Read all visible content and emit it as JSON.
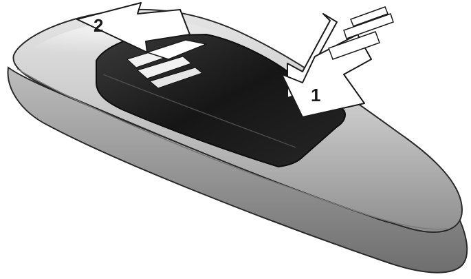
{
  "diagram": {
    "steps": [
      {
        "label": "1",
        "action": "press"
      },
      {
        "label": "2",
        "action": "slide"
      }
    ]
  },
  "colors": {
    "body_light": "#dcdcdc",
    "body_mid": "#b9b9b9",
    "body_dark": "#8e8e8e",
    "cover": "#1b1b1b",
    "arrow_fill": "#ffffff",
    "outline": "#2a2a2a"
  }
}
